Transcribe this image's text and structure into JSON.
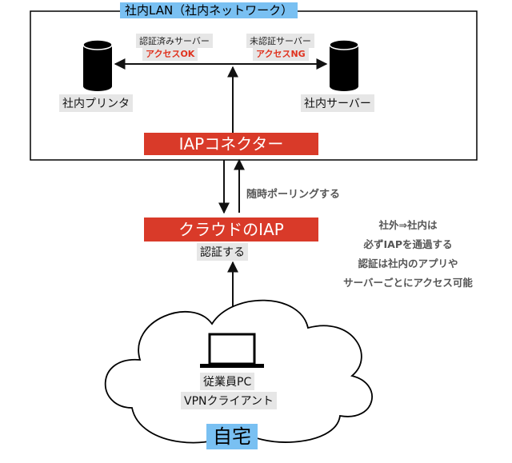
{
  "lan": {
    "title": "社内LAN（社内ネットワーク）",
    "printer_label": "社内プリンタ",
    "server_label": "社内サーバー",
    "left_access_label": "認証済みサーバー",
    "left_access_status": "アクセスOK",
    "right_access_label": "未認証サーバー",
    "right_access_status": "アクセスNG",
    "connector_label": "IAPコネクター"
  },
  "polling_label": "随時ポーリングする",
  "iap": {
    "label": "クラウドのIAP",
    "sublabel": "認証する"
  },
  "note": {
    "line1": "社外⇒社内は",
    "line2": "必ずIAPを通過する",
    "line3": "認証は社内のアプリや",
    "line4": "サーバーごとにアクセス可能"
  },
  "home": {
    "pc_label": "従業員PC",
    "vpn_label": "VPNクライアント",
    "title": "自宅"
  },
  "colors": {
    "accent_red": "#d93a29",
    "label_blue": "#79c0f2",
    "label_gray": "#e6e6e6"
  }
}
